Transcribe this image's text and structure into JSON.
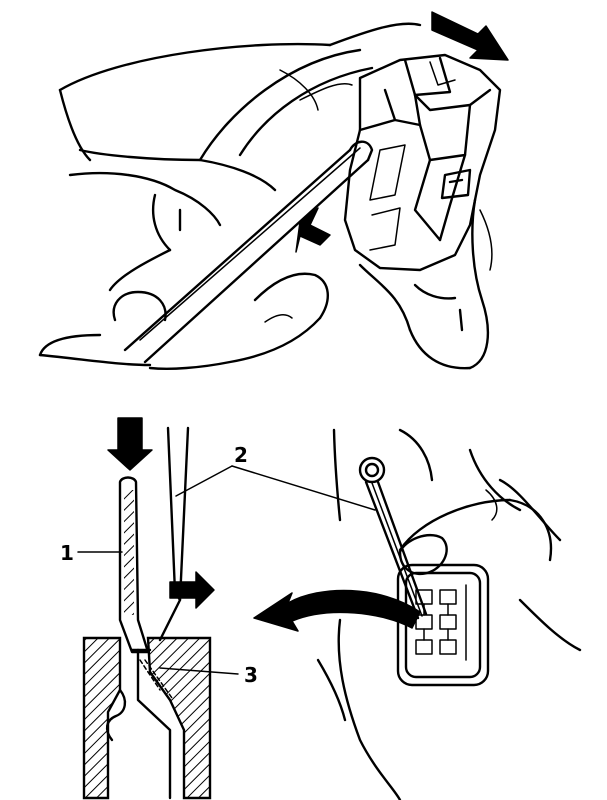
{
  "callouts": [
    {
      "id": "1",
      "text": "1"
    },
    {
      "id": "2",
      "text": "2"
    },
    {
      "id": "3",
      "text": "3"
    }
  ],
  "icons": [
    "push-arrow-icon",
    "pull-direction-arrow-icon",
    "curved-arrow-icon"
  ]
}
